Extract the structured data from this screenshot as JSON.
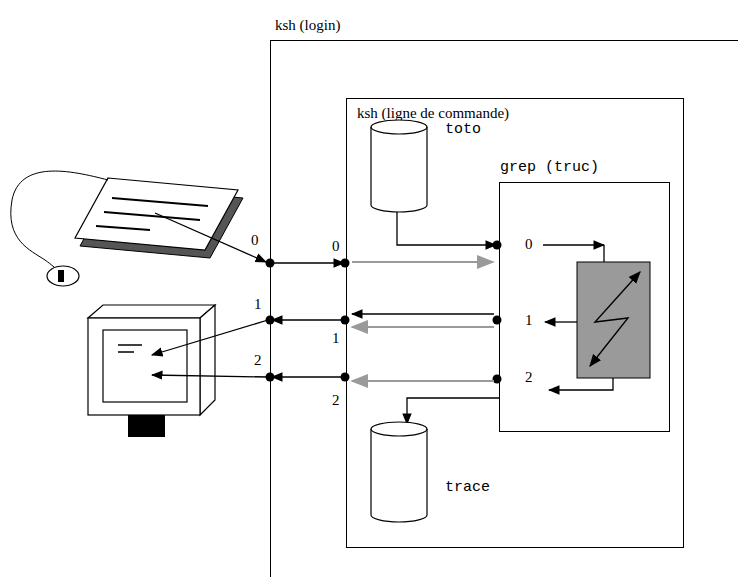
{
  "diagram": {
    "nodes": [
      {
        "text": [
          "ksh (login)"
        ]
      },
      {
        "text": [
          "ksh (ligne de commande)"
        ],
        "in": 0
      },
      {
        "text": [
          "toto"
        ],
        "in": 1
      },
      {
        "text": [
          "grep (truc)"
        ],
        "in": 1
      },
      {
        "text": [
          "trace"
        ],
        "in": 1
      }
    ],
    "edges": [
      {
        "from": 0,
        "to": 1,
        "arrow": "to"
      },
      {
        "from": 1,
        "to": 0,
        "arrow": "to"
      },
      {
        "from": 1,
        "to": 0,
        "arrow": "to"
      },
      {
        "from": 2,
        "to": 3,
        "arrow": "to"
      },
      {
        "from": 1,
        "to": 3,
        "arrow": "to"
      },
      {
        "from": 3,
        "to": 1,
        "arrow": "to"
      },
      {
        "from": 3,
        "to": 1,
        "arrow": "to"
      },
      {
        "from": 3,
        "to": 1,
        "arrow": "to"
      },
      {
        "from": 3,
        "to": 4,
        "arrow": "to"
      }
    ],
    "labels": [
      "0",
      "1",
      "2",
      "0",
      "1",
      "2",
      "0",
      "1",
      "2"
    ]
  }
}
